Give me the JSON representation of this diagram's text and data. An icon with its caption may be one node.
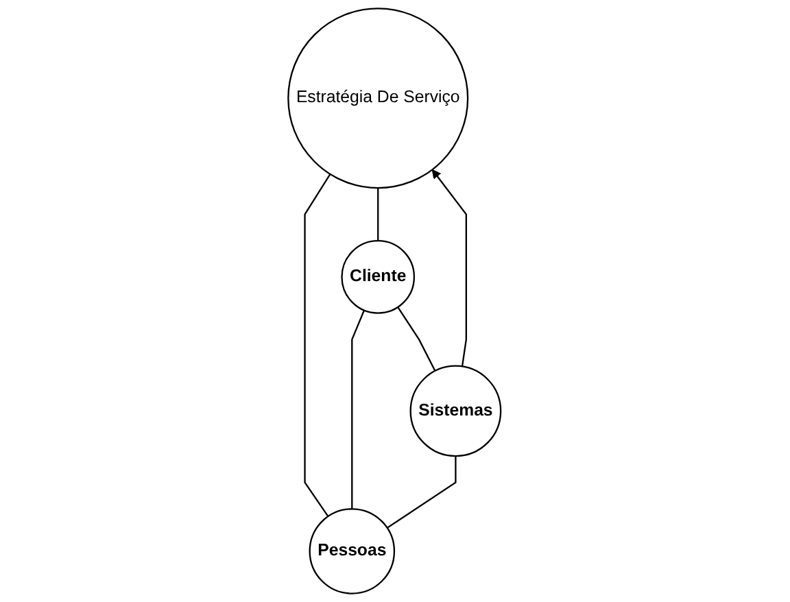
{
  "diagram": {
    "nodes": [
      {
        "text": [
          "Estratégia De Serviço"
        ]
      },
      {
        "text": [
          "Cliente"
        ]
      },
      {
        "text": [
          "Sistemas"
        ]
      },
      {
        "text": [
          "Pessoas"
        ]
      }
    ],
    "edges": [
      {
        "from": 0,
        "to": 1,
        "arrow": "none"
      },
      {
        "from": 0,
        "to": 3,
        "arrow": "none"
      },
      {
        "from": 1,
        "to": 2,
        "arrow": "none"
      },
      {
        "from": 1,
        "to": 3,
        "arrow": "none"
      },
      {
        "from": 2,
        "to": 3,
        "arrow": "none"
      },
      {
        "from": 2,
        "to": 0,
        "arrow": "to"
      }
    ]
  }
}
